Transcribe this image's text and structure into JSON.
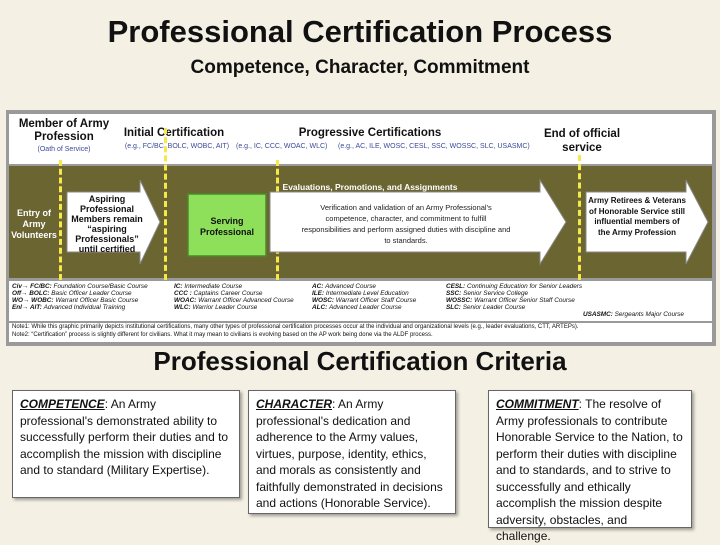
{
  "title": "Professional Certification Process",
  "subtitle": "Competence, Character, Commitment",
  "headers": {
    "member": "Member of Army Profession",
    "member_note": "(Oath of Service)",
    "initial": "Initial Certification",
    "initial_eg": "(e.g., FC/BC, BOLC, WOBC, AIT)",
    "progressive": "Progressive Certifications",
    "progressive_eg1": "(e.g., IC, CCC, WOAC, WLC)",
    "progressive_eg2": "(e.g., AC, ILE, WOSC, CESL, SSC, WOSSC, SLC, USASMC)",
    "end": "End of official service"
  },
  "flow": {
    "entry": "Entry of Army Volunteers",
    "aspiring": "Aspiring Professional Members remain “aspiring Professionals” until certified",
    "serving": "Serving Professional",
    "evaluations": "Evaluations, Promotions, and Assignments",
    "verification": "Verification and validation of an Army Professional's competence, character, and commitment to fulfill responsibilities and perform assigned duties with discipline and to standards.",
    "retirees": "Army Retirees & Veterans of Honorable Service still influential members of the Army Profession"
  },
  "legend": {
    "col1": [
      {
        "abbr": "Civ→ FC/BC:",
        "desc": "Foundation Course/Basic Course"
      },
      {
        "abbr": "Off→ BOLC:",
        "desc": "Basic Officer Leader Course"
      },
      {
        "abbr": "WO→ WOBC:",
        "desc": "Warrant Officer Basic Course"
      },
      {
        "abbr": "Enl→ AIT:",
        "desc": "Advanced Individual Training"
      }
    ],
    "col2": [
      {
        "abbr": "IC:",
        "desc": "Intermediate Course"
      },
      {
        "abbr": "CCC :",
        "desc": "Captains Career Course"
      },
      {
        "abbr": "WOAC:",
        "desc": "Warrant Officer Advanced Course"
      },
      {
        "abbr": "WLC:",
        "desc": "Warrior Leader Course"
      }
    ],
    "col3": [
      {
        "abbr": "AC:",
        "desc": "Advanced Course"
      },
      {
        "abbr": "ILE:",
        "desc": "Intermediate Level Education"
      },
      {
        "abbr": "WOSC:",
        "desc": "Warrant Officer Staff Course"
      },
      {
        "abbr": "ALC:",
        "desc": "Advanced Leader Course"
      }
    ],
    "col4": [
      {
        "abbr": "CESL:",
        "desc": "Continuing Education for Senior Leaders"
      },
      {
        "abbr": "SSC:",
        "desc": "Senior Service College"
      },
      {
        "abbr": "WOSSC:",
        "desc": "Warrant Officer Senior Staff Course"
      },
      {
        "abbr": "SLC:",
        "desc": "Senior Leader Course"
      }
    ],
    "col5": {
      "abbr": "USASMC:",
      "desc": "Sergeants Major Course"
    }
  },
  "notes": {
    "note1": "Note1: While this graphic primarily depicts institutional certifications, many other types of professional certification processes occur at the individual and organizational levels (e.g., leader evaluations, CTT, ARTEPs).",
    "note2": "Note2: “Certification” process is slightly different for civilians.  What it may mean to civilians is evolving based on the AP work being done via the ALDF process."
  },
  "criteria_title": "Professional Certification Criteria",
  "criteria": [
    {
      "term": "COMPETENCE",
      "text": ": An Army professional's demonstrated ability to successfully perform their duties and to accomplish the mission with discipline and to standard (Military Expertise)."
    },
    {
      "term": "CHARACTER",
      "text": ": An Army professional's dedication and adherence to the Army values, virtues, purpose, identity, ethics, and morals as consistently and faithfully demonstrated in decisions and actions (Honorable Service)."
    },
    {
      "term": "COMMITMENT",
      "text": ": The resolve of Army professionals to contribute Honorable Service to the Nation, to perform their duties with discipline and to standards, and to strive to successfully and ethically accomplish the mission despite adversity, obstacles, and challenge."
    }
  ],
  "colors": {
    "band": "#6b6532",
    "serving": "#8ee05a",
    "dashes": "#f6e84a",
    "eg_text": "#3c4a9a"
  }
}
